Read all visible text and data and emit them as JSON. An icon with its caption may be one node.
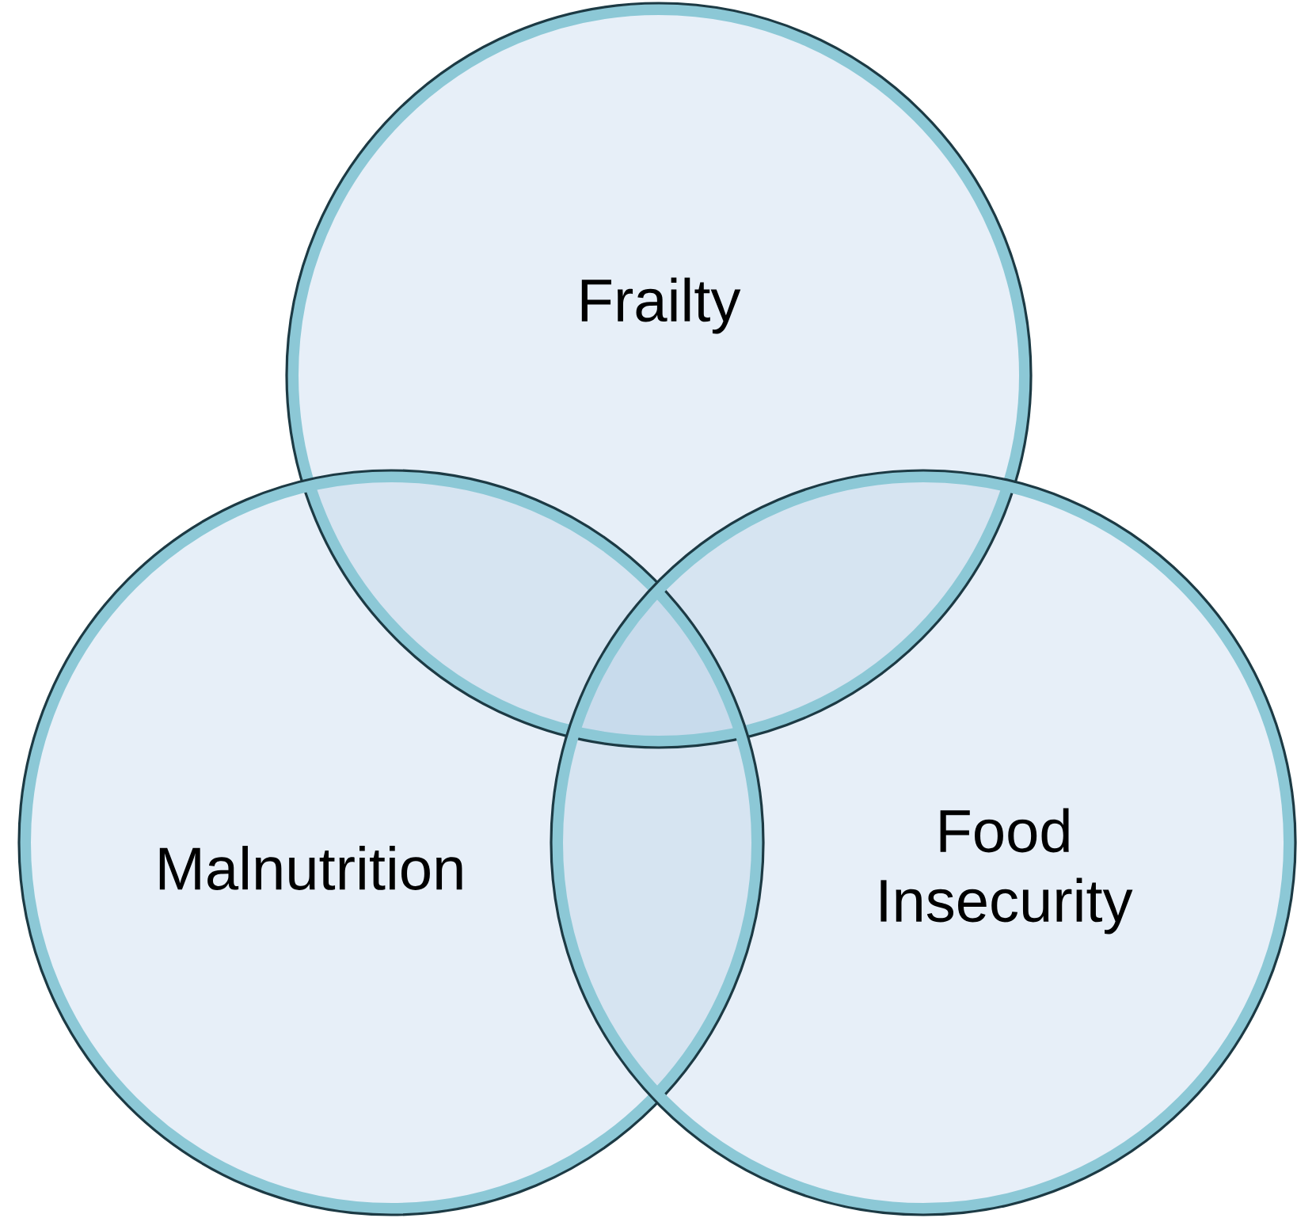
{
  "diagram": {
    "nodes": [
      {
        "text": [
          "Frailty"
        ]
      },
      {
        "text": [
          "Malnutrition"
        ]
      },
      {
        "text": [
          "Food Insecurity"
        ]
      }
    ]
  }
}
